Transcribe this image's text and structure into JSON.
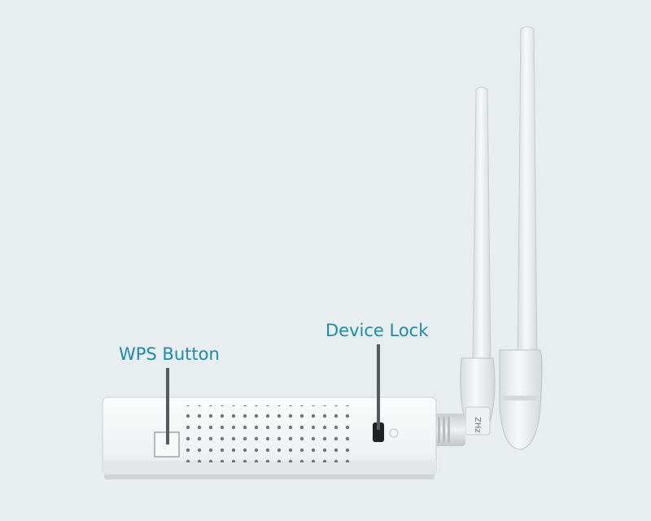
{
  "callouts": {
    "wps_button": "WPS Button",
    "device_lock": "Device Lock"
  },
  "antenna_marking": "ZHz",
  "colors": {
    "background": "#e8edf0",
    "label": "#1b8ca6",
    "leader_line": "#555a5e",
    "device_body": "#f4f6f7"
  }
}
